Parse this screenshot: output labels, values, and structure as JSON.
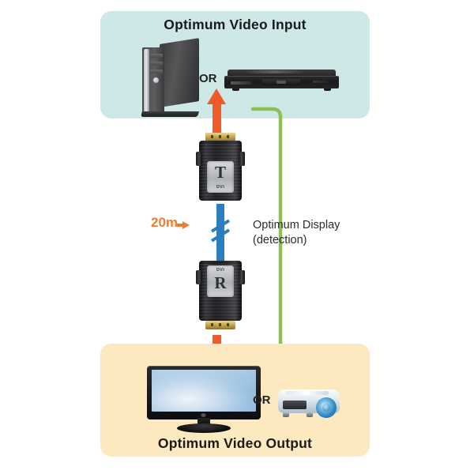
{
  "diagram": {
    "title_input": "Optimum Video Input",
    "title_output": "Optimum Video Output",
    "or_top": "OR",
    "or_bottom": "OR",
    "distance_label": "20m",
    "note_line1": "Optimum Display",
    "note_line2": "(detection)",
    "transmitter_letter": "T",
    "receiver_letter": "R",
    "connector_brand_top": "DVI",
    "connector_brand_bottom": "DVI",
    "devices": {
      "pc": "desktop-pc-tower",
      "player": "dvd-blu-ray-player",
      "tv": "lcd-television",
      "projector": "video-projector"
    },
    "colors": {
      "input_panel": "#cde8e6",
      "output_panel": "#fce9bf",
      "signal_arrow": "#ef5a28",
      "cable": "#2b7fc0",
      "detection_line": "#8cc152",
      "distance_text": "#ef7d2e",
      "title_text": "#1a1a1a"
    }
  }
}
